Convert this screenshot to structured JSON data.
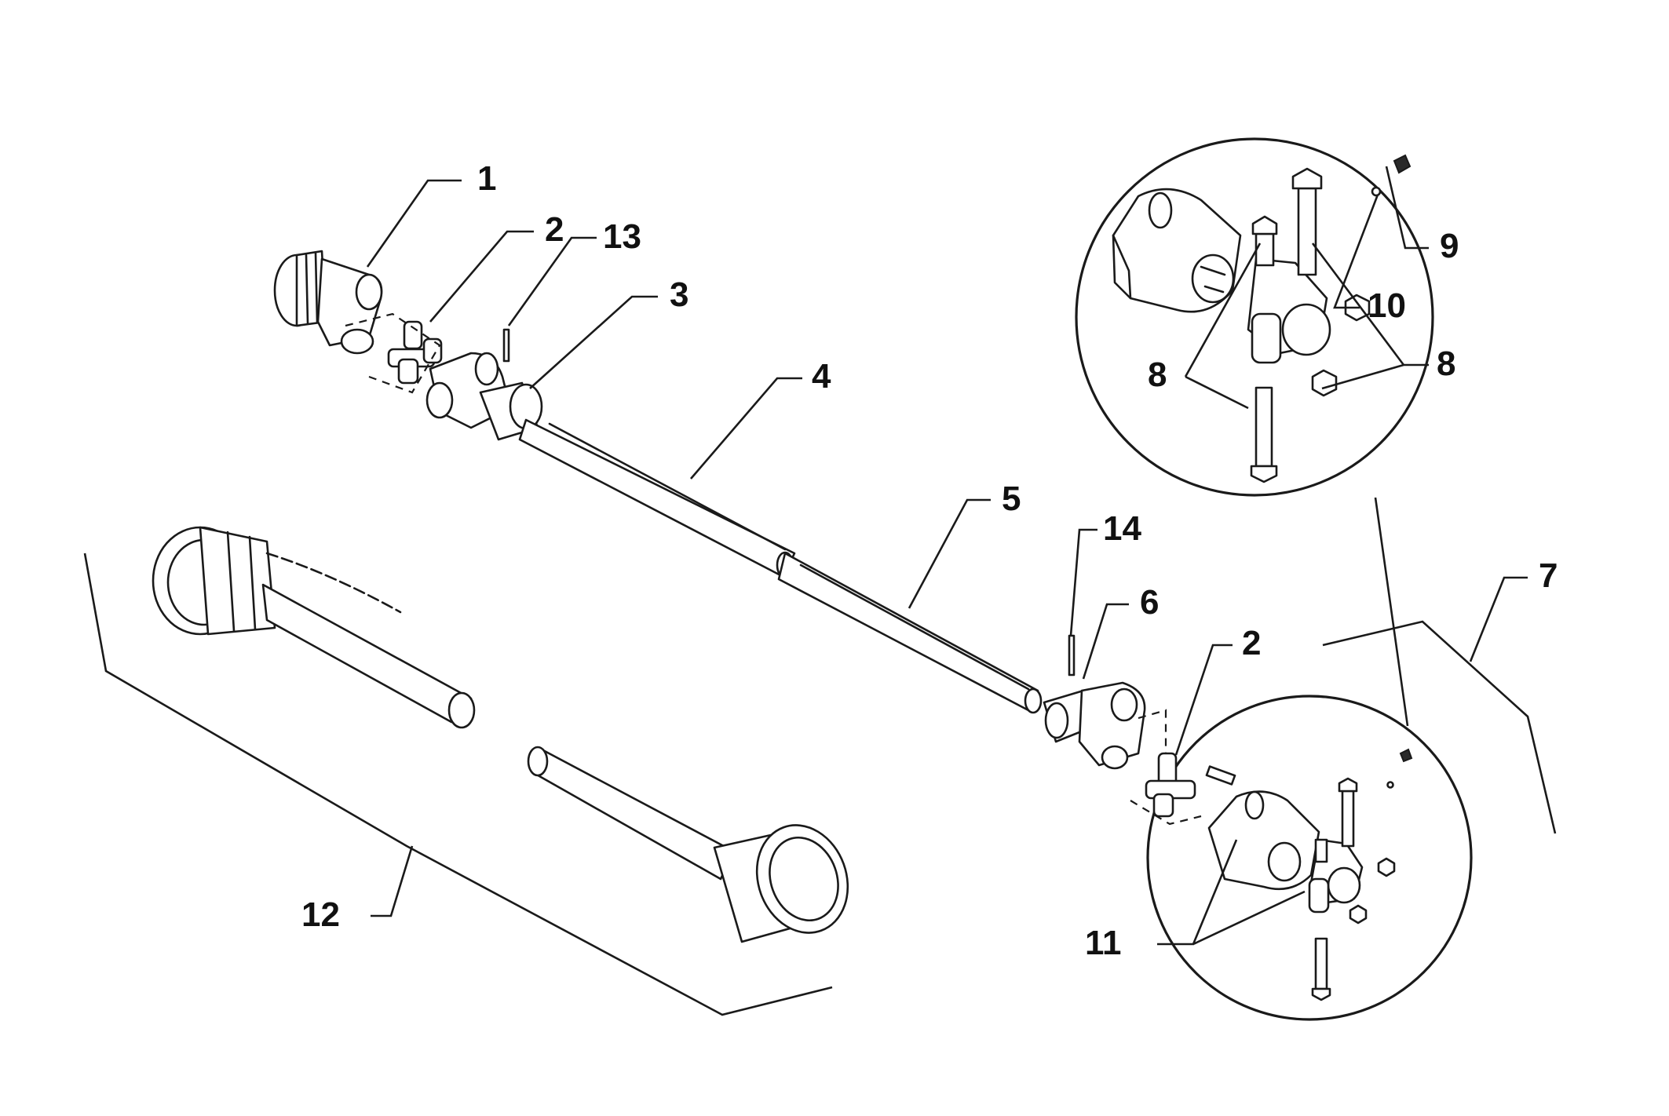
{
  "diagram": {
    "callouts": [
      {
        "id": "c1",
        "label": "1"
      },
      {
        "id": "c2a",
        "label": "2"
      },
      {
        "id": "c13",
        "label": "13"
      },
      {
        "id": "c3",
        "label": "3"
      },
      {
        "id": "c4",
        "label": "4"
      },
      {
        "id": "c5",
        "label": "5"
      },
      {
        "id": "c14",
        "label": "14"
      },
      {
        "id": "c6",
        "label": "6"
      },
      {
        "id": "c2b",
        "label": "2"
      },
      {
        "id": "c7",
        "label": "7"
      },
      {
        "id": "c8a",
        "label": "8"
      },
      {
        "id": "c8b",
        "label": "8"
      },
      {
        "id": "c9",
        "label": "9"
      },
      {
        "id": "c10",
        "label": "10"
      },
      {
        "id": "c11",
        "label": "11"
      },
      {
        "id": "c12",
        "label": "12"
      }
    ]
  }
}
